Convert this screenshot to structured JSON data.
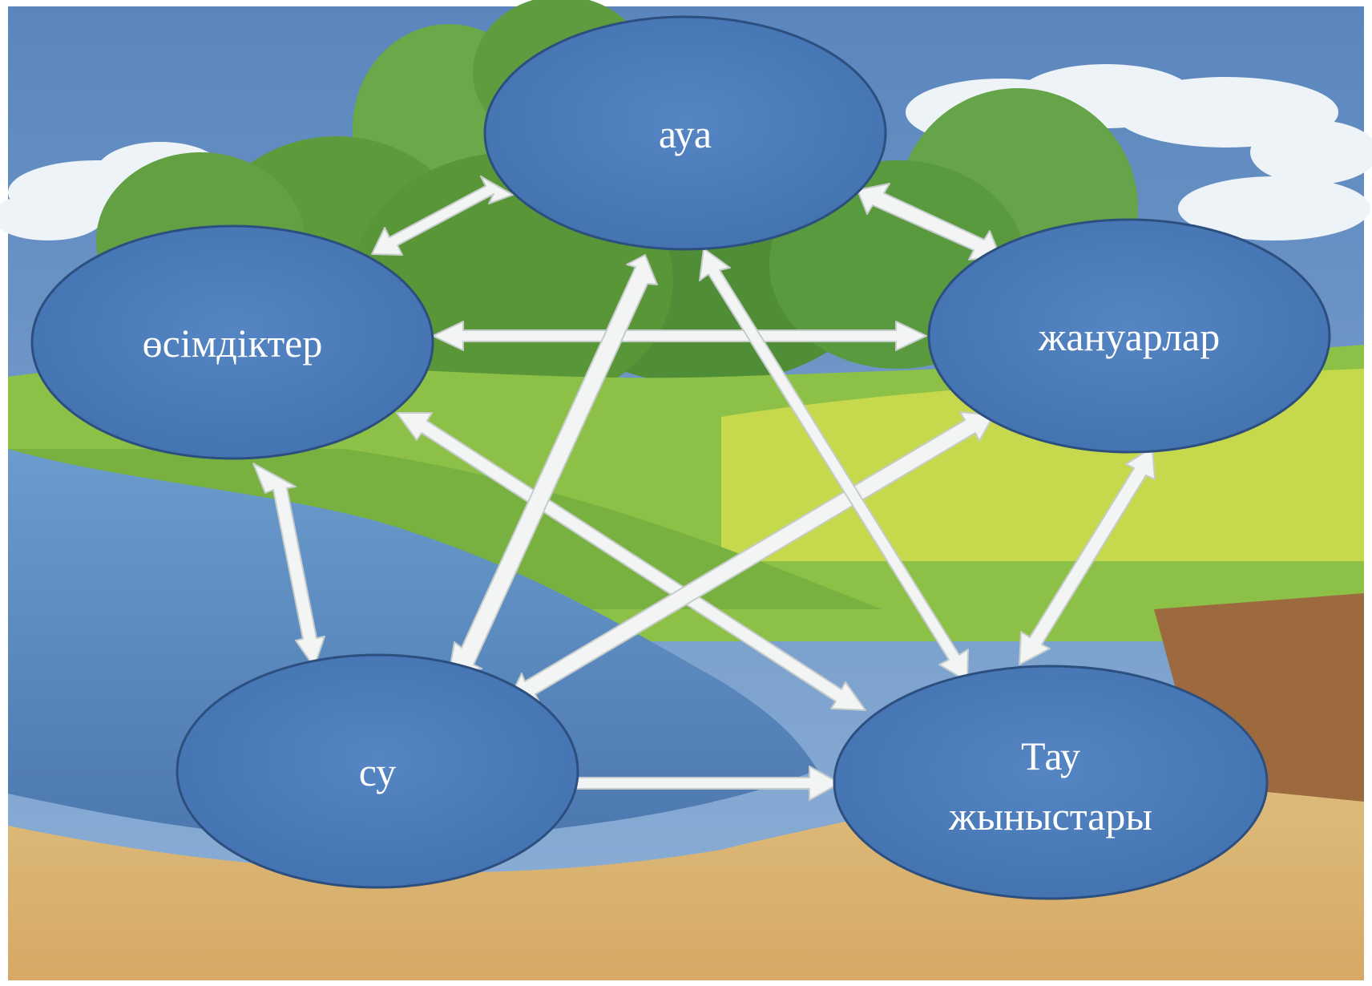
{
  "nodes": {
    "air": {
      "label": "ауа"
    },
    "plants": {
      "label": "өсімдіктер"
    },
    "animals": {
      "label": "жануарлар"
    },
    "water": {
      "label": "су"
    },
    "rocks": {
      "line1": "Тау",
      "line2": "жыныстары"
    }
  },
  "colors": {
    "node_fill": "#4a7ab9",
    "node_stroke": "#2d4f80",
    "arrow_fill": "#f3f4f4",
    "arrow_stroke": "#c9cfcf",
    "sky": "#5d8cc0",
    "cloud": "#e9f0f6",
    "forest": "#5f9a3c",
    "meadow": "#b7d34a",
    "water": "#5c8fc4",
    "soil": "#d9b679"
  },
  "edges": [
    {
      "from": "air",
      "to": "plants"
    },
    {
      "from": "air",
      "to": "animals"
    },
    {
      "from": "plants",
      "to": "animals"
    },
    {
      "from": "plants",
      "to": "water"
    },
    {
      "from": "plants",
      "to": "rocks"
    },
    {
      "from": "water",
      "to": "air"
    },
    {
      "from": "water",
      "to": "animals"
    },
    {
      "from": "water",
      "to": "rocks"
    },
    {
      "from": "air",
      "to": "rocks"
    },
    {
      "from": "animals",
      "to": "rocks"
    }
  ]
}
